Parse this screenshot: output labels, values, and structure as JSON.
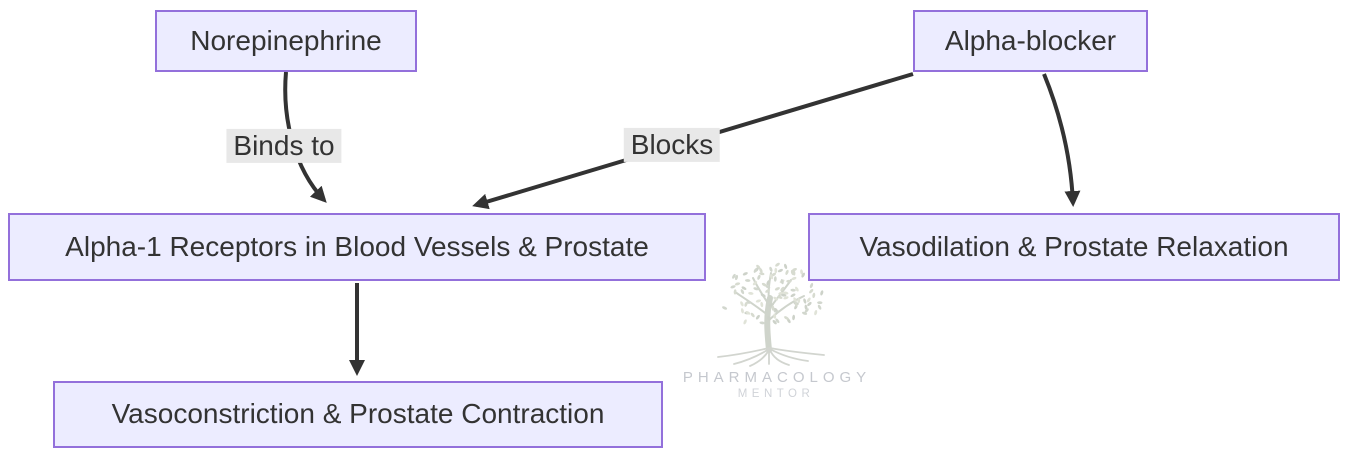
{
  "diagram": {
    "nodes": {
      "norepinephrine": {
        "label": "Norepinephrine"
      },
      "alpha_blocker": {
        "label": "Alpha-blocker"
      },
      "alpha1_receptors": {
        "label": "Alpha-1 Receptors in Blood Vessels & Prostate"
      },
      "vasodilation": {
        "label": "Vasodilation & Prostate Relaxation"
      },
      "vasoconstriction": {
        "label": "Vasoconstriction & Prostate Contraction"
      }
    },
    "edges": {
      "binds_to": {
        "label": "Binds to",
        "from": "norepinephrine",
        "to": "alpha1_receptors"
      },
      "blocks": {
        "label": "Blocks",
        "from": "alpha_blocker",
        "to": "alpha1_receptors"
      },
      "causes_relaxation": {
        "label": "",
        "from": "alpha_blocker",
        "to": "vasodilation"
      },
      "causes_contraction": {
        "label": "",
        "from": "alpha1_receptors",
        "to": "vasoconstriction"
      }
    },
    "colors": {
      "node_fill": "#ECECFF",
      "node_border": "#9370DB",
      "text": "#333333",
      "arrow": "#333333",
      "edge_label_bg": "#e8e8e8",
      "background": "#ffffff"
    }
  },
  "watermark": {
    "line1": "PHARMACOLOGY",
    "line2": "MENTOR",
    "text_color": "#c5c8ce",
    "tree_color": "#d4d8cf"
  }
}
